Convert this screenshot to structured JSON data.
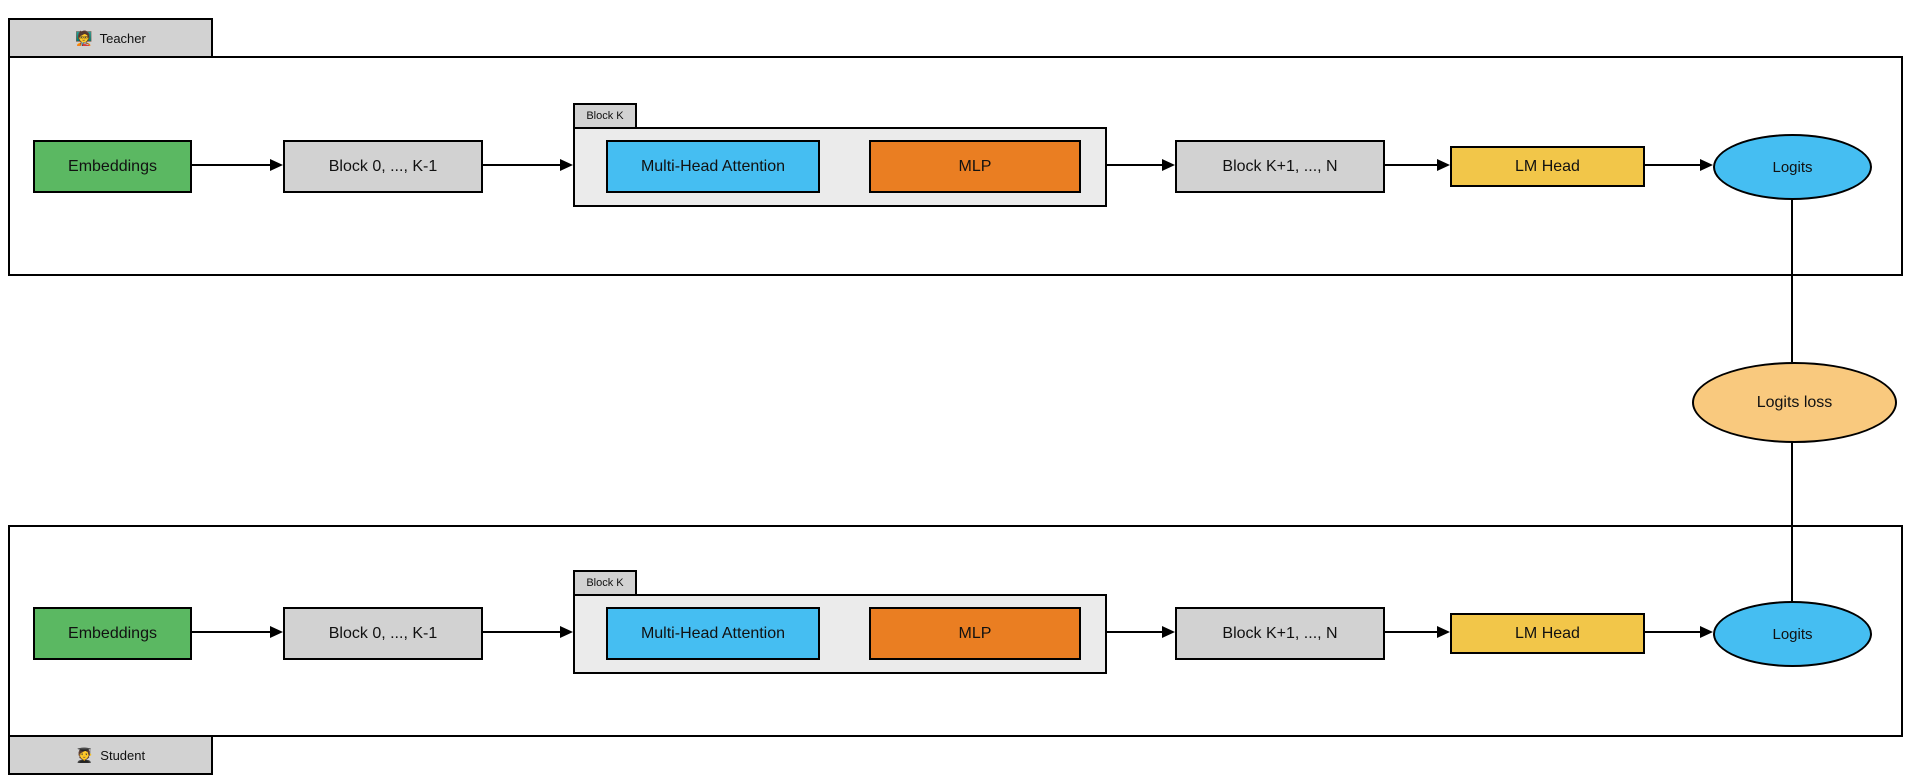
{
  "colors": {
    "green": "#5BB862",
    "gray_box": "#D2D2D2",
    "light_gray": "#EBEBEB",
    "blue": "#45BEF2",
    "orange": "#EA7E22",
    "yellow": "#F2C649",
    "light_orange": "#F9C97E",
    "border": "#000000",
    "background": "#FFFFFF"
  },
  "teacher": {
    "tab_label": "Teacher",
    "icon": "🧑‍🏫",
    "nodes": {
      "embeddings": "Embeddings",
      "blocks_before": "Block 0, ..., K-1",
      "block_k_tab": "Block K",
      "attention": "Multi-Head Attention",
      "mlp": "MLP",
      "blocks_after": "Block K+1, ..., N",
      "lm_head": "LM Head",
      "logits": "Logits"
    }
  },
  "student": {
    "tab_label": "Student",
    "icon": "🧑‍🎓",
    "nodes": {
      "embeddings": "Embeddings",
      "blocks_before": "Block 0, ..., K-1",
      "block_k_tab": "Block K",
      "attention": "Multi-Head Attention",
      "mlp": "MLP",
      "blocks_after": "Block K+1, ..., N",
      "lm_head": "LM Head",
      "logits": "Logits"
    }
  },
  "loss": {
    "label": "Logits loss"
  }
}
